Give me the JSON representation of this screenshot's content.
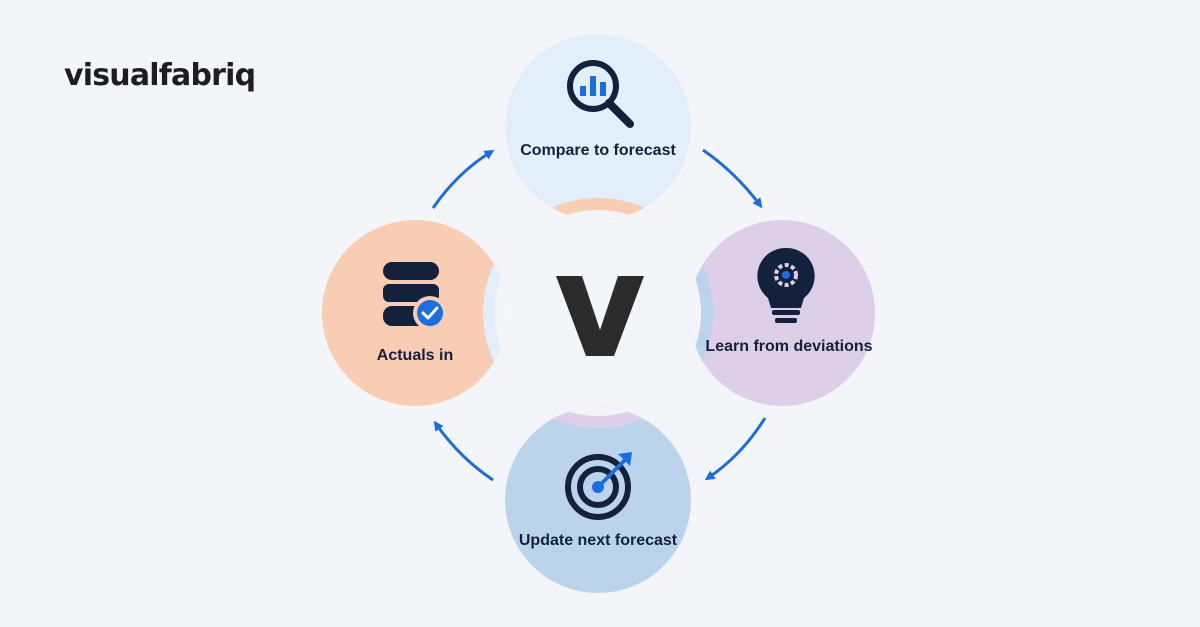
{
  "brand": {
    "logo_text": "visualfabriq",
    "center_mark": "V"
  },
  "cycle": {
    "steps": [
      {
        "label": "Compare to forecast",
        "icon": "chart-magnifier-icon",
        "color": "#e2eefa"
      },
      {
        "label": "Learn from deviations",
        "icon": "lightbulb-gear-icon",
        "color": "#dccfe7"
      },
      {
        "label": "Update next forecast",
        "icon": "target-arrow-icon",
        "color": "#bcd3ec"
      },
      {
        "label": "Actuals in",
        "icon": "database-check-icon",
        "color": "#f9ccb4"
      }
    ],
    "arrow_color": "#1a6fe0",
    "icon_color": "#14213d"
  }
}
